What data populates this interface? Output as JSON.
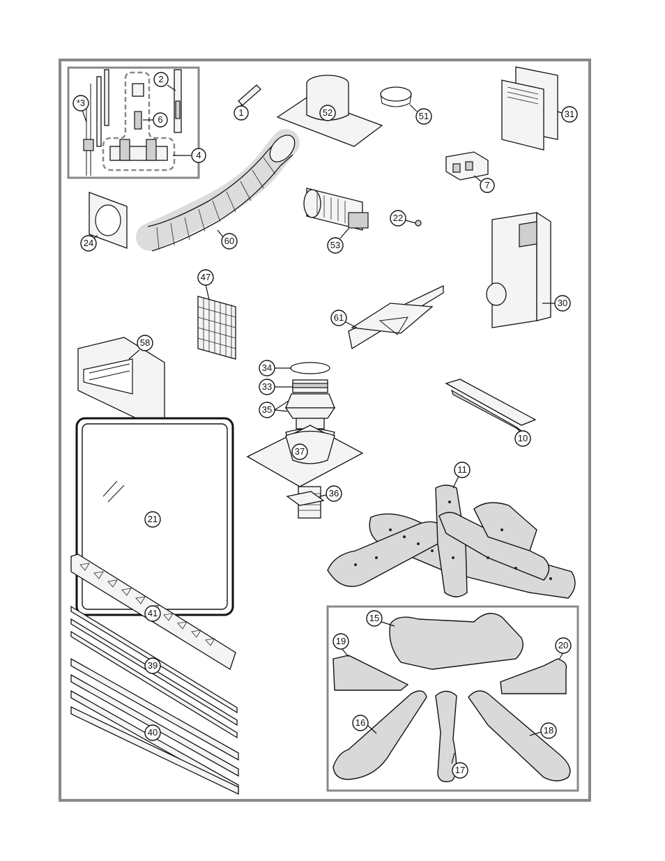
{
  "labels": {
    "p1": "1",
    "p2": "2",
    "p3": "*3",
    "p4": "4",
    "p6": "6",
    "p7": "7",
    "p10": "10",
    "p11": "11",
    "p15": "15",
    "p16": "16",
    "p17": "17",
    "p18": "18",
    "p19": "19",
    "p20": "20",
    "p21": "21",
    "p22": "22",
    "p24": "24",
    "p30": "30",
    "p31": "31",
    "p33": "33",
    "p34": "34",
    "p35": "35",
    "p36": "36",
    "p37": "37",
    "p39": "39",
    "p40": "40",
    "p41": "41",
    "p47": "47",
    "p51": "51",
    "p52": "52",
    "p53": "53",
    "p58": "58",
    "p60": "60",
    "p61": "61"
  },
  "colors": {
    "frame": "#888888",
    "ink": "#111111",
    "paper": "#ffffff"
  }
}
